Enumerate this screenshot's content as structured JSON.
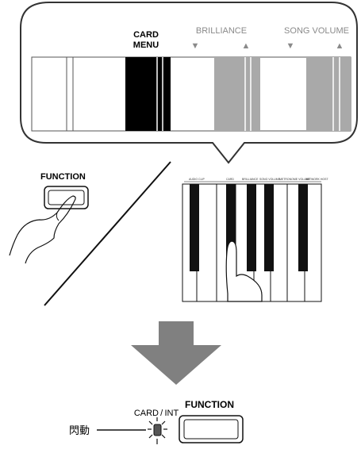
{
  "callout": {
    "card_menu_line1": "CARD",
    "card_menu_line2": "MENU",
    "brilliance": "BRILLIANCE",
    "song_volume": "SONG VOLUME",
    "down_arrow": "▼",
    "up_arrow": "▲"
  },
  "function_key_label": "FUNCTION",
  "bottom": {
    "indicator_label": "CARD / INT",
    "function_label": "FUNCTION",
    "flash_label": "閃動"
  },
  "colors": {
    "highlight_key": "#000000",
    "gray_key": "#a9a9a9",
    "arrow": "#808080",
    "outline": "#333333"
  }
}
